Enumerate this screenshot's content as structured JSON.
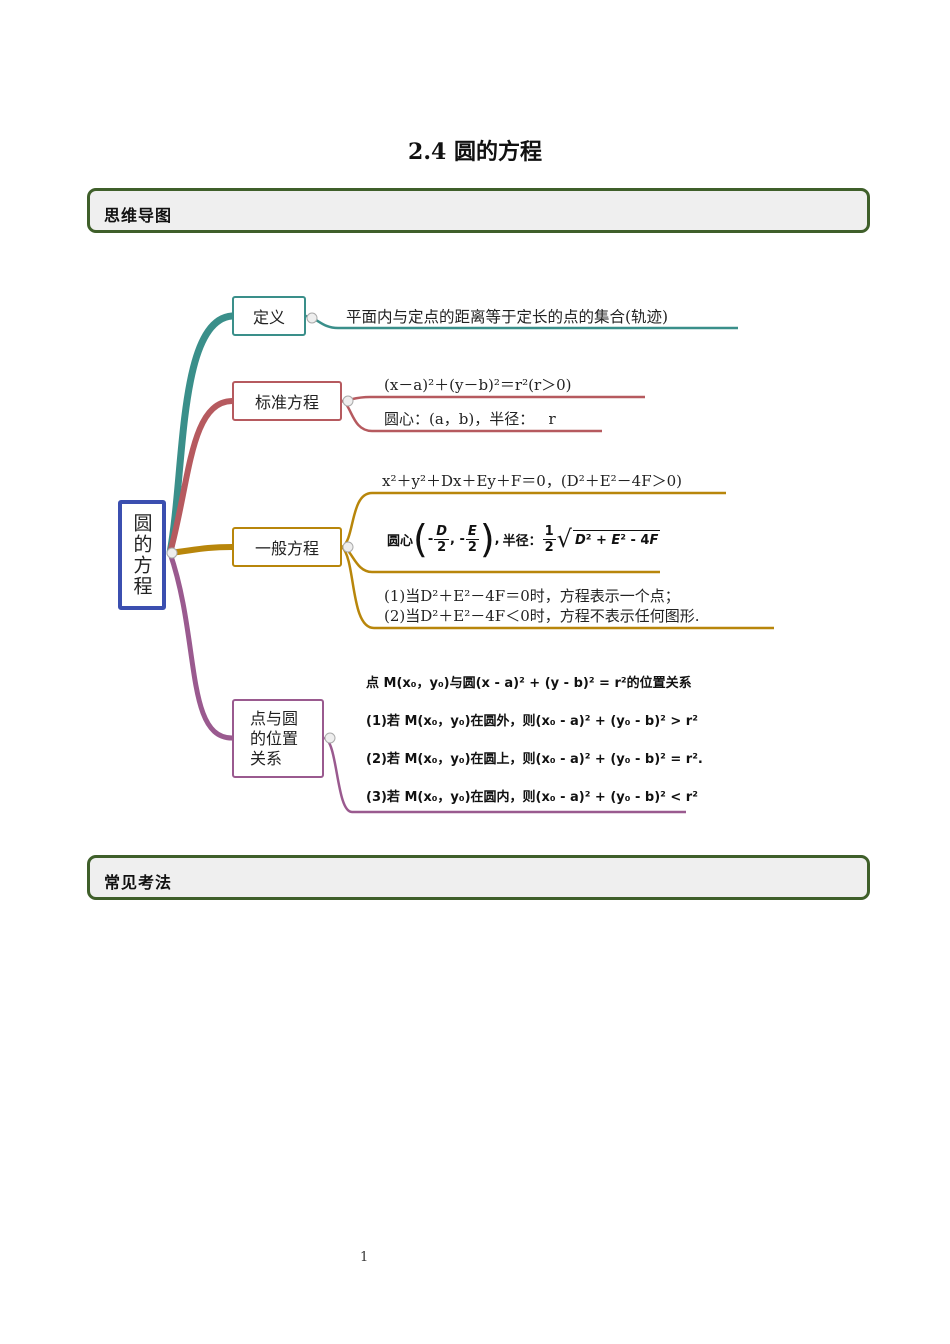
{
  "title": "2.4  圆的方程",
  "sections": {
    "mindmap": "思维导图",
    "common": "常见考法"
  },
  "mindmap": {
    "root": "圆的方程",
    "branches": {
      "definition": {
        "label": "定义",
        "items": [
          "平面内与定点的距离等于定长的点的集合(轨迹)"
        ],
        "color": "#3a8f8a"
      },
      "standard": {
        "label": "标准方程",
        "items": [
          "(x－a)²＋(y－b)²＝r²(r＞0)",
          "圆心：(a，b)，半径：   r"
        ],
        "color": "#b65a5f"
      },
      "general": {
        "label": "一般方程",
        "equation": "x²＋y²＋Dx＋Ey＋F＝0，(D²＋E²－4F＞0)",
        "center_label": "圆心",
        "radius_label": "半径：",
        "notes": [
          "(1)当D²＋E²－4F＝0时，方程表示一个点；",
          "(2)当D²＋E²－4F＜0时，方程不表示任何图形."
        ],
        "color": "#b8860b"
      },
      "position": {
        "label": "点与圆的位置关系",
        "heading": "点 M(x₀，y₀)与圆(x - a)² + (y - b)² = r²的位置关系",
        "cases": [
          "(1)若 M(x₀，y₀)在圆外，则(x₀ - a)² + (y₀ - b)² > r²",
          "(2)若 M(x₀，y₀)在圆上，则(x₀ - a)² + (y₀ - b)² = r².",
          "(3)若 M(x₀，y₀)在圆内，则(x₀ - a)² + (y₀ - b)² < r²"
        ],
        "color": "#9a5a8f"
      }
    },
    "root_color": "#3b4fb0"
  },
  "page_number": "1"
}
